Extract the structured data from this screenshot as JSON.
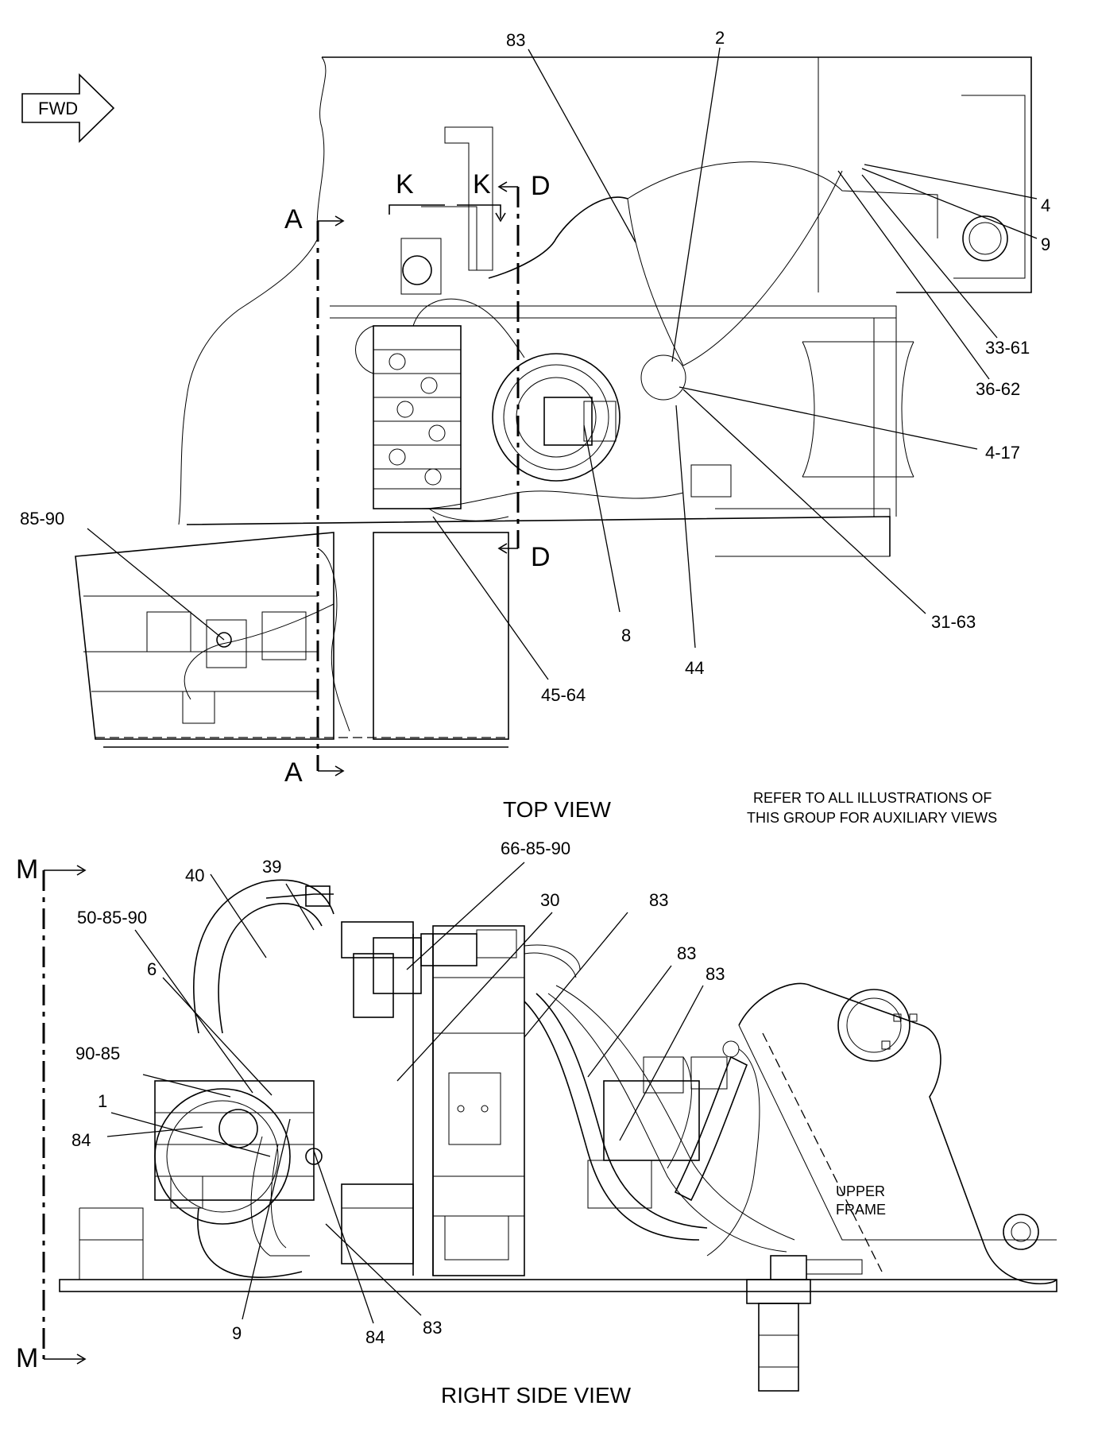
{
  "fwd_label": "FWD",
  "top_view": {
    "title": "TOP VIEW",
    "sections": {
      "a_top": "A",
      "a_bottom": "A",
      "k_left": "K",
      "k_right": "K",
      "d_top": "D",
      "d_bottom": "D"
    },
    "callouts": [
      "83",
      "2",
      "4",
      "9",
      "33-61",
      "36-62",
      "4-17",
      "31-63",
      "44",
      "8",
      "45-64",
      "85-90"
    ]
  },
  "note": {
    "line1": "REFER TO ALL ILLUSTRATIONS OF",
    "line2": "THIS GROUP FOR AUXILIARY VIEWS"
  },
  "side_view": {
    "title": "RIGHT SIDE VIEW",
    "sections": {
      "m_top": "M",
      "m_bottom": "M"
    },
    "frame_label_1": "UPPER",
    "frame_label_2": "FRAME",
    "callouts": [
      "39",
      "40",
      "66-85-90",
      "30",
      "50-85-90",
      "6",
      "90-85",
      "1",
      "84",
      "83",
      "83",
      "83",
      "9",
      "84",
      "83"
    ]
  }
}
